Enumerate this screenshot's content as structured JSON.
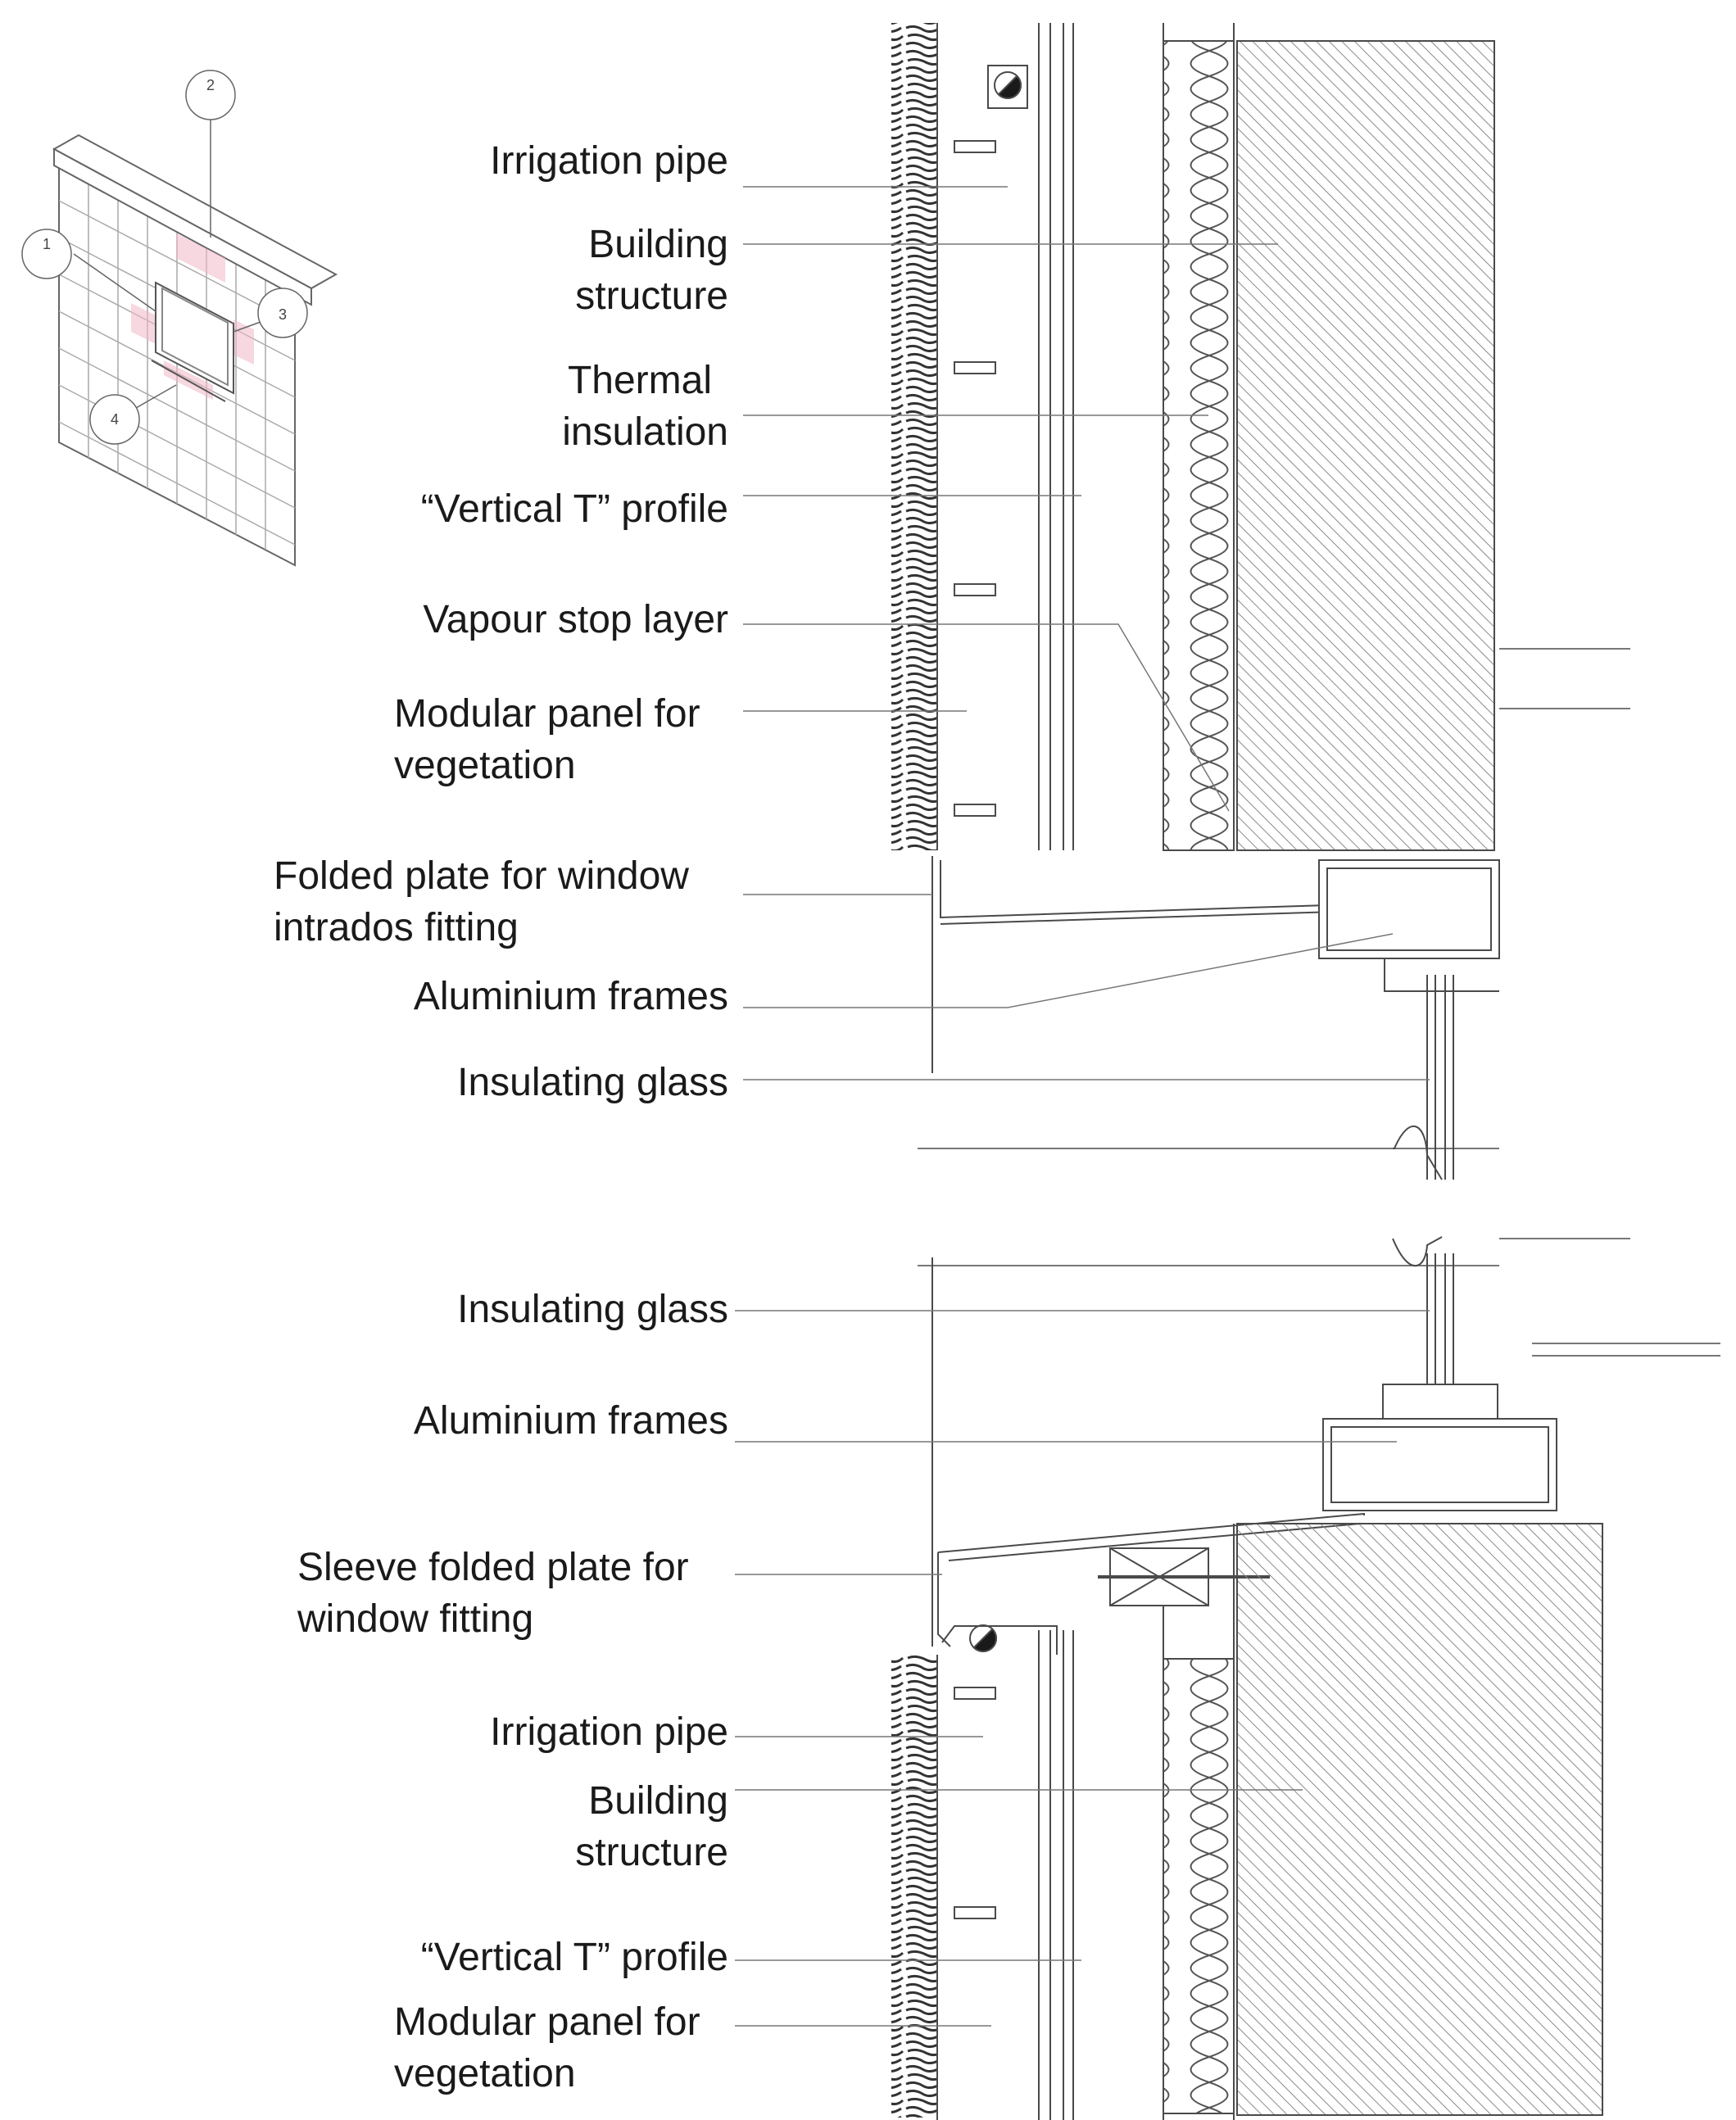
{
  "labels": {
    "top": {
      "irrigation_pipe": "Irrigation pipe",
      "building_structure_1": "Building",
      "building_structure_2": "structure",
      "thermal_insulation_1": "Thermal",
      "thermal_insulation_2": "insulation",
      "vertical_t_profile": "“Vertical T” profile",
      "vapour_stop_layer": "Vapour stop layer",
      "modular_panel_1": "Modular panel for",
      "modular_panel_2": "vegetation",
      "folded_plate_1": "Folded plate for window",
      "folded_plate_2": "intrados fitting",
      "aluminium_frames": "Aluminium frames",
      "insulating_glass": "Insulating glass"
    },
    "bottom": {
      "insulating_glass": "Insulating glass",
      "aluminium_frames": "Aluminium frames",
      "sleeve_plate_1": "Sleeve folded plate for",
      "sleeve_plate_2": "window fitting",
      "irrigation_pipe": "Irrigation pipe",
      "building_structure_1": "Building",
      "building_structure_2": "structure",
      "vertical_t_profile": "“Vertical T” profile",
      "modular_panel_1": "Modular panel for",
      "modular_panel_2": "vegetation"
    }
  },
  "key_plan": {
    "callouts": [
      "1",
      "2",
      "3",
      "4"
    ]
  },
  "colors": {
    "line": "#4a4a4a",
    "hatch": "#8a8a8a",
    "highlight": "#f2b8c8",
    "text": "#1a1a1a"
  }
}
